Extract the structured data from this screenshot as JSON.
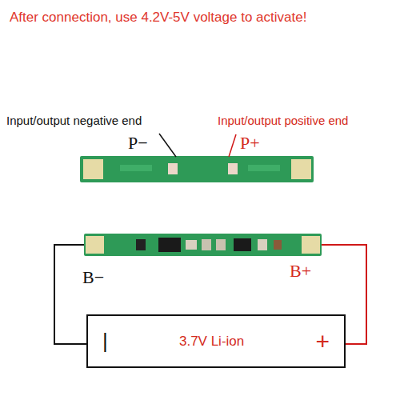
{
  "diagram": {
    "title": "After connection, use 4.2V-5V voltage to activate!",
    "nodes": [
      {
        "text": [
          "|",
          "3.7V Li-ion",
          "+"
        ]
      }
    ],
    "labels": [
      "Input/output negative end",
      "P−",
      "Input/output positive end",
      "P+",
      "B−",
      "B+"
    ]
  }
}
